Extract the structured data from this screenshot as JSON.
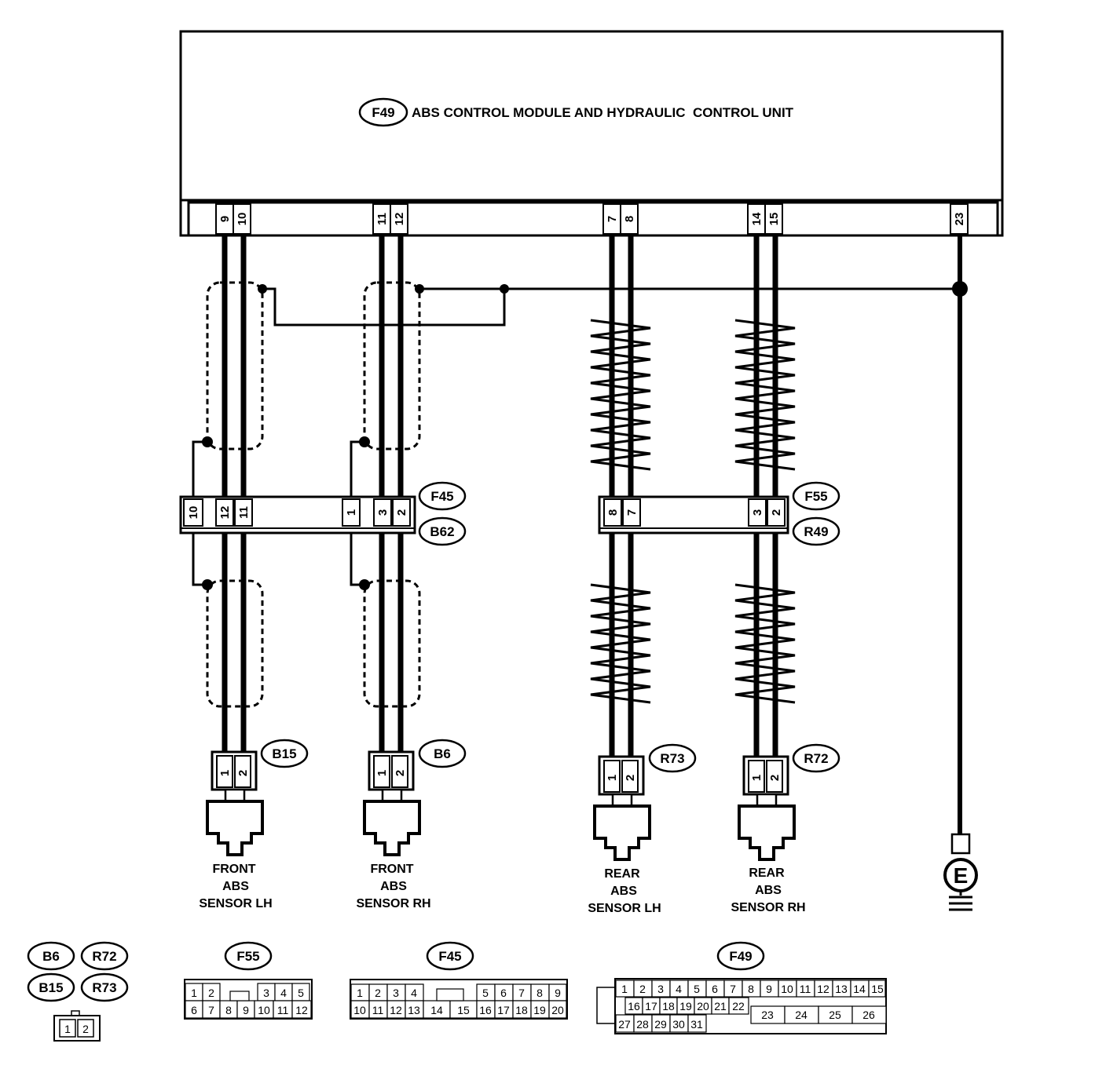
{
  "module": {
    "id": "F49",
    "title": "ABS CONTROL MODULE AND HYDRAULIC  CONTROL UNIT",
    "pins": [
      "9",
      "10",
      "11",
      "12",
      "7",
      "8",
      "14",
      "15",
      "23"
    ]
  },
  "junction_front": {
    "upper_id": "F45",
    "lower_id": "B62",
    "pins": [
      "10",
      "12",
      "11",
      "1",
      "3",
      "2"
    ]
  },
  "junction_rear": {
    "upper_id": "F55",
    "lower_id": "R49",
    "pins": [
      "8",
      "7",
      "3",
      "2"
    ]
  },
  "sensors": [
    {
      "connector": "B15",
      "pins": [
        "1",
        "2"
      ],
      "caption": [
        "FRONT",
        "ABS",
        "SENSOR LH"
      ]
    },
    {
      "connector": "B6",
      "pins": [
        "1",
        "2"
      ],
      "caption": [
        "FRONT",
        "ABS",
        "SENSOR RH"
      ]
    },
    {
      "connector": "R73",
      "pins": [
        "1",
        "2"
      ],
      "caption": [
        "REAR",
        "ABS",
        "SENSOR LH"
      ]
    },
    {
      "connector": "R72",
      "pins": [
        "1",
        "2"
      ],
      "caption": [
        "REAR",
        "ABS",
        "SENSOR RH"
      ]
    }
  ],
  "ground": {
    "label": "E"
  },
  "legend": {
    "small_ids": [
      "B6",
      "R72",
      "B15",
      "R73"
    ],
    "small_pins": [
      "1",
      "2"
    ],
    "f55": {
      "id": "F55",
      "row1": [
        "1",
        "2",
        "",
        "3",
        "4",
        "5"
      ],
      "row2": [
        "6",
        "7",
        "8",
        "9",
        "10",
        "11",
        "12"
      ]
    },
    "f45": {
      "id": "F45",
      "row1": [
        "1",
        "2",
        "3",
        "4",
        "",
        "5",
        "6",
        "7",
        "8",
        "9"
      ],
      "row2": [
        "10",
        "11",
        "12",
        "13",
        "14",
        "15",
        "16",
        "17",
        "18",
        "19",
        "20"
      ]
    },
    "f49": {
      "id": "F49",
      "row1": [
        "1",
        "2",
        "3",
        "4",
        "5",
        "6",
        "7",
        "8",
        "9",
        "10",
        "11",
        "12",
        "13",
        "14",
        "15"
      ],
      "row2": [
        "16",
        "17",
        "18",
        "19",
        "20",
        "21",
        "22"
      ],
      "row3": [
        "27",
        "28",
        "29",
        "30",
        "31"
      ],
      "big": [
        "23",
        "24",
        "25",
        "26"
      ]
    }
  }
}
